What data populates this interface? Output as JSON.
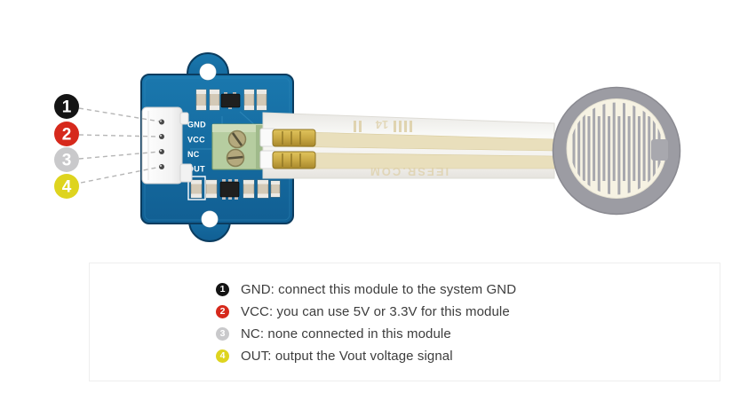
{
  "figure": {
    "description": "Grove force sensor module pinout diagram",
    "module_pin_labels": [
      "GND",
      "VCC",
      "NC",
      "OUT"
    ],
    "sensor_markings": {
      "brand": "IEFSR.COM",
      "code": "14"
    }
  },
  "callouts": [
    {
      "number": "1",
      "color": "#141414"
    },
    {
      "number": "2",
      "color": "#d6291c"
    },
    {
      "number": "3",
      "color": "#c9c9cb"
    },
    {
      "number": "4",
      "color": "#ded41f"
    }
  ],
  "legend": [
    {
      "number": "1",
      "text": "GND: connect this module to the system GND"
    },
    {
      "number": "2",
      "text": "VCC: you can use 5V or 3.3V for this module"
    },
    {
      "number": "3",
      "text": "NC: none connected in this module"
    },
    {
      "number": "4",
      "text": "OUT: output the Vout voltage signal"
    }
  ],
  "colors": {
    "pcb_blue": "#15699e",
    "pcb_border": "#0b3c5f",
    "terminal_green": "#b6cda0",
    "trace_tan": "#e9dfbc",
    "crimp_gold": "#c9a944",
    "pad_ring_gray": "#9c9ca3",
    "pad_inner_cream": "#f6f2e3",
    "dashed_line_gray": "#b5b5b5",
    "legend_text": "#3d3d3d"
  }
}
